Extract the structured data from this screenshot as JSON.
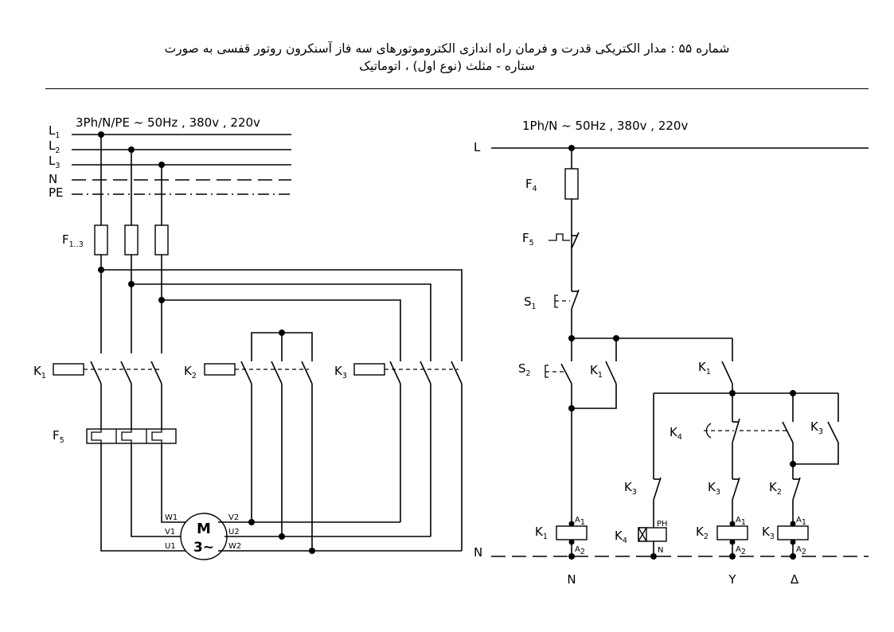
{
  "title": {
    "line1": "شماره ۵۵ : مدار الکتریکی قدرت و فرمان راه اندازی الکتروموتورهای سه فاز آسنکرون روتور قفسی به صورت",
    "line2": "ستاره - مثلث (نوع اول) ، اتوماتیک"
  },
  "power": {
    "supply_spec": "3Ph/N/PE ~ 50Hz , 380v , 220v",
    "lines": [
      {
        "main": "L",
        "sub": "1"
      },
      {
        "main": "L",
        "sub": "2"
      },
      {
        "main": "L",
        "sub": "3"
      },
      {
        "main": "N",
        "sub": ""
      },
      {
        "main": "PE",
        "sub": ""
      }
    ],
    "fuse_label": {
      "main": "F",
      "sub": "1..3"
    },
    "contactors": [
      {
        "main": "K",
        "sub": "1"
      },
      {
        "main": "K",
        "sub": "2"
      },
      {
        "main": "K",
        "sub": "3"
      }
    ],
    "overload_label": {
      "main": "F",
      "sub": "5"
    },
    "motor": {
      "symbol": "M",
      "phase": "3~",
      "terminals_left": [
        "W1",
        "V1",
        "U1"
      ],
      "terminals_right": [
        "V2",
        "U2",
        "W2"
      ]
    }
  },
  "control": {
    "supply_spec": "1Ph/N ~ 50Hz , 380v , 220v",
    "line_label": "L",
    "neutral_label": "N",
    "labels": {
      "f4": {
        "main": "F",
        "sub": "4"
      },
      "f5": {
        "main": "F",
        "sub": "5"
      },
      "s1": {
        "main": "S",
        "sub": "1"
      },
      "s2": {
        "main": "S",
        "sub": "2"
      },
      "k1_hold": {
        "main": "K",
        "sub": "1"
      },
      "k1_main": {
        "main": "K",
        "sub": "1"
      },
      "k4_timer": {
        "main": "K",
        "sub": "4"
      },
      "k3_hold": {
        "main": "K",
        "sub": "3"
      },
      "k3_nc_timer": {
        "main": "K",
        "sub": "3"
      },
      "k3_nc_k2": {
        "main": "K",
        "sub": "3"
      },
      "k2_nc_k3": {
        "main": "K",
        "sub": "2"
      },
      "k1_coil": {
        "main": "K",
        "sub": "1"
      },
      "k4_coil": {
        "main": "K",
        "sub": "4"
      },
      "k2_coil": {
        "main": "K",
        "sub": "2"
      },
      "k3_coil": {
        "main": "K",
        "sub": "3"
      }
    },
    "coil_terminals": {
      "a1": "A",
      "a1_sub": "1",
      "a2": "A",
      "a2_sub": "2"
    },
    "timer_terminals": {
      "top": "PH",
      "bottom": "N"
    },
    "bottom_labels": [
      "N",
      "Y",
      "Δ"
    ]
  }
}
